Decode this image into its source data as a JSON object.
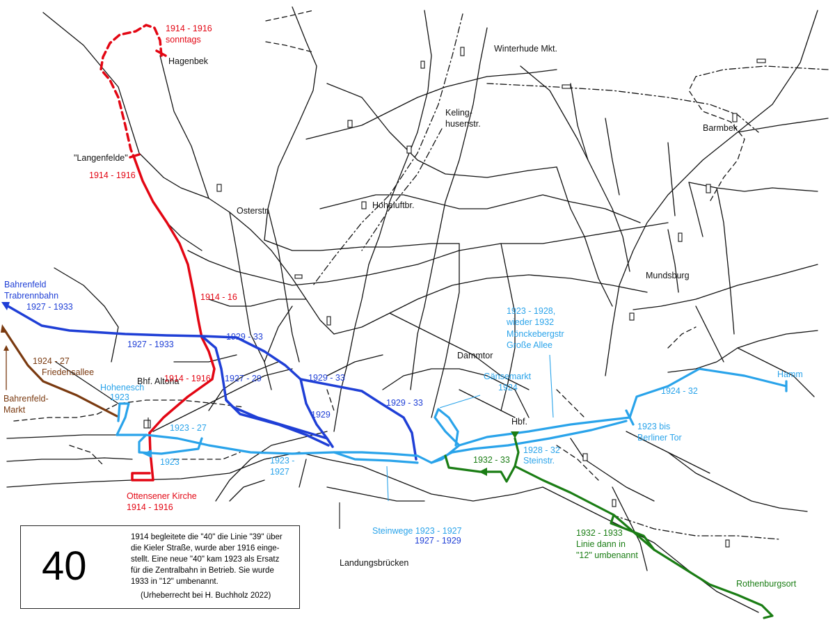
{
  "colors": {
    "network": "#111111",
    "red": "#e30613",
    "dark_blue": "#1f3fd6",
    "light_blue": "#29a3ea",
    "green": "#1a7d14",
    "brown": "#7a3a10"
  },
  "legend": {
    "line_number": "40",
    "description_lines": [
      "1914 begleitete die \"40\" die Linie \"39\" über",
      "die Kieler Straße, wurde aber 1916 einge-",
      "stellt. Eine neue \"40\" kam 1923 als Ersatz",
      "für die Zentralbahn in Betrieb. Sie wurde",
      "1933 in \"12\" umbenannt."
    ],
    "copyright": "(Urheberrecht bei H. Buchholz 2022)"
  },
  "places": {
    "winterhude": "Winterhude Mkt.",
    "kelinghusen_1": "Keling-",
    "kelinghusen_2": "husenstr.",
    "barmbek": "Barmbek",
    "hagenbek": "Hagenbek",
    "langenfelde": "\"Langenfelde\"",
    "osterstr": "Osterstr.",
    "hoheluftbr": "Hoheluftbr.",
    "mundsburg": "Mundsburg",
    "dammtor": "Dammtor",
    "hbf": "Hbf.",
    "bhf_altona": "Bhf. Altona",
    "landungsbruecken": "Landungsbrücken",
    "hamm": "Hamm",
    "rothenburgsort": "Rothenburgsort",
    "bahrenfeld_markt_1": "Bahrenfeld-",
    "bahrenfeld_markt_2": "Markt",
    "bahrenfeld_trab_1": "Bahrenfeld",
    "bahrenfeld_trab_2": "Trabrennbahn",
    "hohenesch_1": "Hohenesch",
    "hohenesch_2": "1923",
    "ottensener_1": "Ottensener Kirche",
    "ottensener_2": "1914 - 1916"
  },
  "annotations": {
    "red_sonntags_1": "1914 - 1916",
    "red_sonntags_2": "sonntags",
    "red_langenfelde": "1914 - 1916",
    "red_1914_16": "1914 - 16",
    "red_altona": "1914 - 1916",
    "blue_trab_years": "1927 - 1933",
    "blue_1927_1933": "1927 - 1933",
    "blue_1929_33_a": "1929 - 33",
    "blue_1927_29": "1927 - 29",
    "blue_1929_33_b": "1929 - 33",
    "blue_1929": "1929",
    "blue_1929_33_c": "1929 - 33",
    "lb_1923_27": "1923 - 27",
    "lb_1923": "1923",
    "lb_1923_1927_1": "1923 -",
    "lb_1923_1927_2": "1927",
    "lb_gaensemarkt_1": "Gänsemarkt",
    "lb_gaensemarkt_2": "1924",
    "lb_moenck_1": "1923 - 1928,",
    "lb_moenck_2": "wieder 1932",
    "lb_moenck_3": "Mönckebergstr",
    "lb_moenck_4": "Große Allee",
    "lb_steinstr_1": "1928 - 32",
    "lb_steinstr_2": "Steinstr.",
    "lb_berliner_1": "1923 bis",
    "lb_berliner_2": "Berliner Tor",
    "lb_1924_32": "1924 - 32",
    "lb_steinwege_1": "Steinwege 1923 - 1927",
    "db_steinwege_2": "1927 - 1929",
    "green_1932_33": "1932 - 33",
    "green_note_1": "1932 - 1933",
    "green_note_2": "Linie dann in",
    "green_note_3": "\"12\" umbenannt",
    "brown_years_1": "1924 - 27",
    "brown_years_2": "Friedensallee"
  }
}
